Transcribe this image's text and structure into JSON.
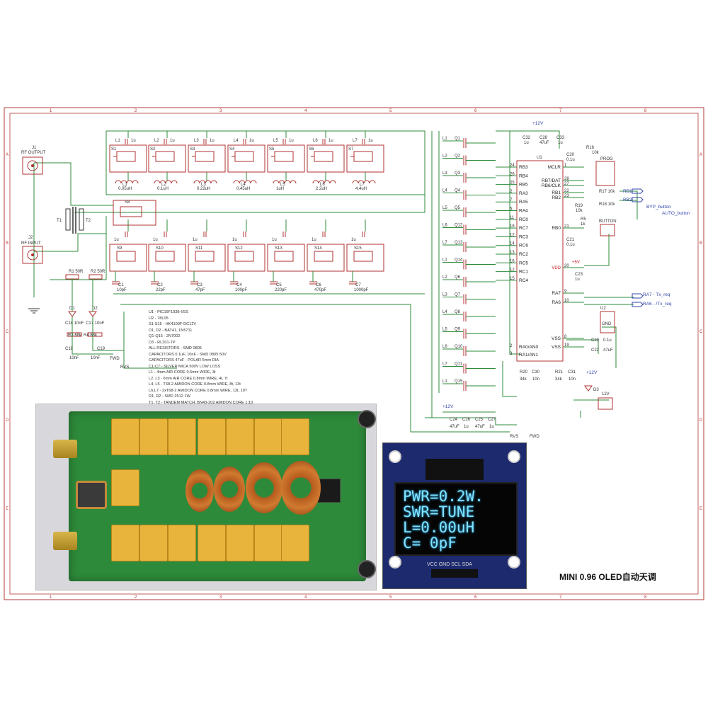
{
  "schematic": {
    "connectors": {
      "j1": {
        "ref": "J1",
        "label": "RF OUTPUT"
      },
      "j2": {
        "ref": "J2",
        "label": "RF INPUT"
      }
    },
    "transformers": [
      "T1",
      "T2"
    ],
    "inductors": [
      {
        "ref": "L1",
        "value": "0.05uH"
      },
      {
        "ref": "L2",
        "value": "0.1uH"
      },
      {
        "ref": "L3",
        "value": "0.22uH"
      },
      {
        "ref": "L4",
        "value": "0.45uH"
      },
      {
        "ref": "L5",
        "value": "1uH"
      },
      {
        "ref": "L6",
        "value": "2.2uH"
      },
      {
        "ref": "L7",
        "value": "4.4uH"
      }
    ],
    "relays_top": [
      "S1",
      "S2",
      "S3",
      "S4",
      "S5",
      "S6",
      "S7"
    ],
    "relay_mid": "S8",
    "relays_bottom": [
      "S9",
      "S10",
      "S11",
      "S12",
      "S13",
      "S14",
      "S15"
    ],
    "capacitors": [
      {
        "ref": "C1",
        "value": "10pF"
      },
      {
        "ref": "C2",
        "value": "22pF"
      },
      {
        "ref": "C3",
        "value": "47pF"
      },
      {
        "ref": "C4",
        "value": "100pF"
      },
      {
        "ref": "C5",
        "value": "220pF"
      },
      {
        "ref": "C6",
        "value": "470pF"
      },
      {
        "ref": "C7",
        "value": "1000pF"
      }
    ],
    "small_cap_value": "1u",
    "detector": {
      "r1": "R1 50R",
      "r2": "R2 50R",
      "d1": "D1",
      "d2": "D2",
      "c18": "C18 10nF",
      "c17": "C17 10nF",
      "r3": "R3 68k",
      "r4": "R4 68k",
      "c18b": "C18",
      "c19": "C19",
      "c18v": "10nF",
      "c19v": "10nF",
      "fwd": "FWD",
      "rvs": "RVS"
    },
    "transistors": [
      "Q1",
      "Q2",
      "Q3",
      "Q4",
      "Q5",
      "Q12",
      "Q13",
      "Q14",
      "Q6",
      "Q7",
      "Q8",
      "Q9",
      "Q10",
      "Q11",
      "Q15"
    ],
    "mcu": {
      "ref": "U1",
      "left_pins": [
        {
          "num": "24",
          "name": "RB3"
        },
        {
          "num": "26",
          "name": "RB4"
        },
        {
          "num": "25",
          "name": "RB5"
        },
        {
          "num": "2",
          "name": "RA3"
        },
        {
          "num": "7",
          "name": "RA5"
        },
        {
          "num": "5",
          "name": "RA4"
        },
        {
          "num": "11",
          "name": "RC0"
        },
        {
          "num": "18",
          "name": "RC7"
        },
        {
          "num": "12",
          "name": "RC3"
        },
        {
          "num": "14",
          "name": "RC6"
        },
        {
          "num": "13",
          "name": "RC2"
        },
        {
          "num": "16",
          "name": "RC5"
        },
        {
          "num": "12",
          "name": "RC1"
        },
        {
          "num": "15",
          "name": "RC4"
        }
      ],
      "right_pins": [
        {
          "num": "1",
          "name": "MCLR"
        },
        {
          "num": "28",
          "name": "RB7/DAT"
        },
        {
          "num": "27",
          "name": "RB6/CLK"
        },
        {
          "num": "22",
          "name": "RB1"
        },
        {
          "num": "23",
          "name": "RB2"
        },
        {
          "num": "21",
          "name": "RB0"
        },
        {
          "num": "20",
          "name": "VDD"
        },
        {
          "num": "9",
          "name": "RA7"
        },
        {
          "num": "10",
          "name": "RA6"
        },
        {
          "num": "8",
          "name": "VSS"
        },
        {
          "num": "19",
          "name": "VSS"
        }
      ],
      "an_pins": [
        {
          "num": "2",
          "name": "RA0/AN0"
        },
        {
          "num": "3",
          "name": "RA1/AN1"
        }
      ]
    },
    "power": {
      "v12_top": "+12V",
      "c32": "C32",
      "c28": "C28",
      "c33": "C33",
      "c32v": "1u",
      "c28v": "47uF",
      "c33v": "1u",
      "v5": "+5V",
      "v12_right": "+12V",
      "v12_bottom": "+12V",
      "c24": "C24",
      "c26": "C26",
      "c25": "C25",
      "c27": "C27",
      "c24v": "47uF",
      "c26v": "1u",
      "c25v": "47uF",
      "c27v": "1u",
      "u2": "U2",
      "d3": "D3",
      "v12_label": "12V"
    },
    "prog": {
      "title": "PROG",
      "r16": "R16",
      "r16v": "10k",
      "c20": "C20",
      "c20v": "0.1u",
      "r17": "R17 10k",
      "r18": "R18 10k",
      "r19": "R19",
      "r19v": "10k",
      "r5": "R5",
      "r5v": "1k",
      "c21": "C21",
      "c21v": "0.1u",
      "c23": "C23",
      "c23v": "1u",
      "c29": "C29",
      "c29v": "0.1u",
      "c22": "C22",
      "c22v": "47uF",
      "c30": "C30",
      "c30v": "10n",
      "c31": "C31",
      "c31v": "10n",
      "r20": "R20",
      "r20v": "34k",
      "r21": "R21",
      "r21v": "34k",
      "button_label": "BUTTON",
      "byp": "BYP_button",
      "auto": "AUTO_button",
      "ra7": "RA7 - Tx_req",
      "ra6": "RA6 - /Tx_req",
      "rb1": "RB1",
      "rb2": "RB2",
      "gnd": "GND"
    },
    "notes": [
      "U1 - PIC16F1938-I/SS",
      "U2 - 78L05",
      "S1-S15 - HK4100F-DC12V",
      "D1, D2 - BAT41, 1N5711",
      "Q1-Q15 - 2N7002",
      "D3 - RL201-TP",
      "ALL RESISTORS - SMD 0805",
      "CAPACITORS 0.1uF, 10nF - SMD 0805 50V",
      "CAPACITORS 47uF - POLAR 5mm DIA",
      "C1-C7 - SILVER MICA 500V LOW LOSS",
      "L1 - 4mm AIR CORE 0.5mm WIRE, 3t",
      "L2, L3 - 6mm AIR CORE 0.8mm WIRE, 4t, 7t",
      "L4, L5 - T68-2 AMIDON CORE 0.8mm WIRE, 8t, 13t",
      "L6,L7 - 2xT68-2 AMIDON CORE 0.8mm WIRE, 13t, 19T",
      "R1, R2 - SMD 2512 1W",
      "T1, T2 - TANDEM MATCH, BN43-202 AMIDON CORE 1:10"
    ],
    "frame_cols": [
      "1",
      "2",
      "3",
      "4",
      "5",
      "6",
      "7",
      "8"
    ],
    "frame_rows": [
      "A",
      "B",
      "C",
      "D",
      "E"
    ]
  },
  "oled": {
    "lines": [
      "PWR=0.2W.",
      "SWR=TUNE",
      "L=0.00uH",
      "C=    0pF"
    ],
    "pins": "VCC  GND  SCL  SDA"
  },
  "caption": "MINI 0.96 OLED自动天调",
  "colors": {
    "wire": "#2e8b3a",
    "component": "#b03030",
    "frame": "#b33a3a",
    "oled_text": "#7fe4ff",
    "pcb": "#2d8a3a",
    "relay": "#e8b43c"
  }
}
